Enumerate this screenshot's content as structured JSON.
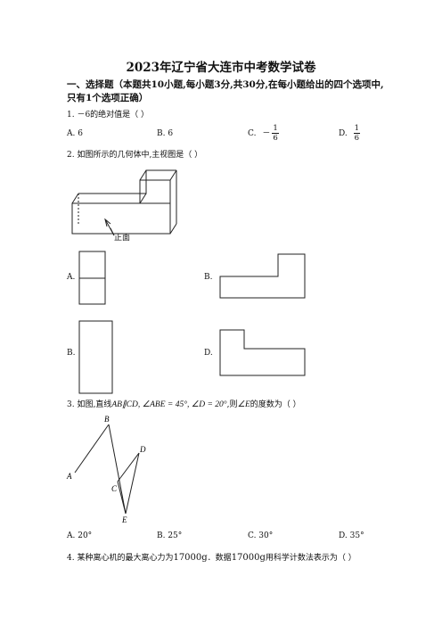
{
  "title": "2023年辽宁省大连市中考数学试卷",
  "section1": {
    "heading_line1": "一、选择题（本题共10小题,每小题3分,共30分,在每小题给出的四个选项中,",
    "heading_line2": "只有1个选项正确）"
  },
  "q1": {
    "stem": "1. －6的绝对值是（    ）",
    "a": "A. 6",
    "b": "B. 6",
    "c_label": "C.",
    "c_sign": "－",
    "c_num": "1",
    "c_den": "6",
    "d_label": "D.",
    "d_num": "1",
    "d_den": "6"
  },
  "q2": {
    "stem": "2. 如图所示的几何体中,主视图是（    ）",
    "front_label": "正面",
    "a": "A.",
    "b": "B.",
    "c": "B.",
    "d": "D."
  },
  "q3": {
    "stem_pre": "3. 如图,直线",
    "stem_math": "AB∥CD, ∠ABE = 45°, ∠D = 20°",
    "stem_mid": ",则",
    "stem_angle": "∠E",
    "stem_post": "的度数为（        ）",
    "points": {
      "A": "A",
      "B": "B",
      "C": "C",
      "D": "D",
      "E": "E"
    },
    "a": "A.  20°",
    "b": "B.  25°",
    "c": "C.  30°",
    "d": "D.  35°"
  },
  "q4": {
    "stem_pre": "4. 某种离心机的最大离心力为",
    "value1": "17000g",
    "stem_mid": "．数据",
    "value2": "17000g",
    "stem_post": "用科学计数法表示为（      ）"
  }
}
